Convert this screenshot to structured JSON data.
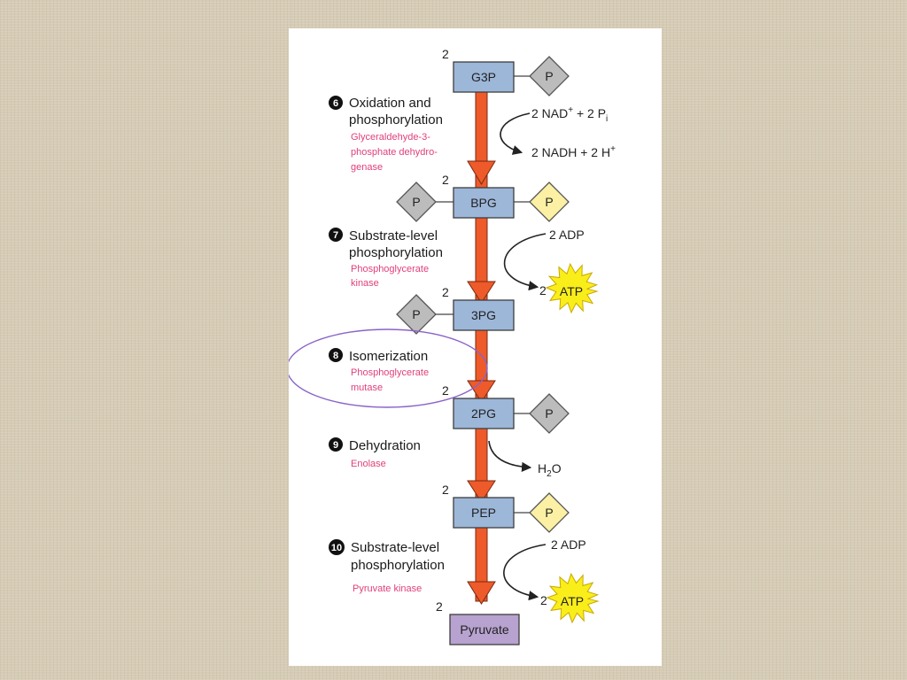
{
  "molecules": {
    "g3p": {
      "coef": "2",
      "label": "G3P"
    },
    "bpg": {
      "coef": "2",
      "label": "BPG"
    },
    "pg3": {
      "coef": "2",
      "label": "3PG"
    },
    "pg2": {
      "coef": "2",
      "label": "2PG"
    },
    "pep": {
      "coef": "2",
      "label": "PEP"
    },
    "pyruvate": {
      "coef": "2",
      "label": "Pyruvate"
    }
  },
  "phosphate_label": "P",
  "steps": {
    "s6": {
      "number": "6",
      "title_line1": "Oxidation and",
      "title_line2": "phosphorylation",
      "enzyme_line1": "Glyceraldehyde-3-",
      "enzyme_line2": "phosphate dehydro-",
      "enzyme_line3": "genase"
    },
    "s7": {
      "number": "7",
      "title_line1": "Substrate-level",
      "title_line2": "phosphorylation",
      "enzyme_line1": "Phosphoglycerate",
      "enzyme_line2": "kinase"
    },
    "s8": {
      "number": "8",
      "title_line1": "Isomerization",
      "enzyme_line1": "Phosphoglycerate",
      "enzyme_line2": "mutase"
    },
    "s9": {
      "number": "9",
      "title_line1": "Dehydration",
      "enzyme_line1": "Enolase"
    },
    "s10": {
      "number": "10",
      "title_line1": "Substrate-level",
      "title_line2": "phosphorylation",
      "enzyme_line1": "Pyruvate kinase"
    }
  },
  "side": {
    "nad_in": {
      "main": "2 NAD",
      "sup": "+",
      "mid": " + 2 P",
      "sub": "i"
    },
    "nadh_out": {
      "main": "2 NADH + 2 H",
      "sup": "+"
    },
    "adp1": "2 ADP",
    "atp1_coef": "2",
    "atp1_label": "ATP",
    "water": {
      "main": "H",
      "sub": "2",
      "end": "O"
    },
    "adp2": "2 ADP",
    "atp2_coef": "2",
    "atp2_label": "ATP"
  },
  "colors": {
    "arrow": "#ee5a2a",
    "highlight_ellipse": "#8a63c7",
    "enzyme_text": "#e0407a",
    "box": "#9db7d9",
    "pyruvate_box": "#b8a2cf"
  }
}
